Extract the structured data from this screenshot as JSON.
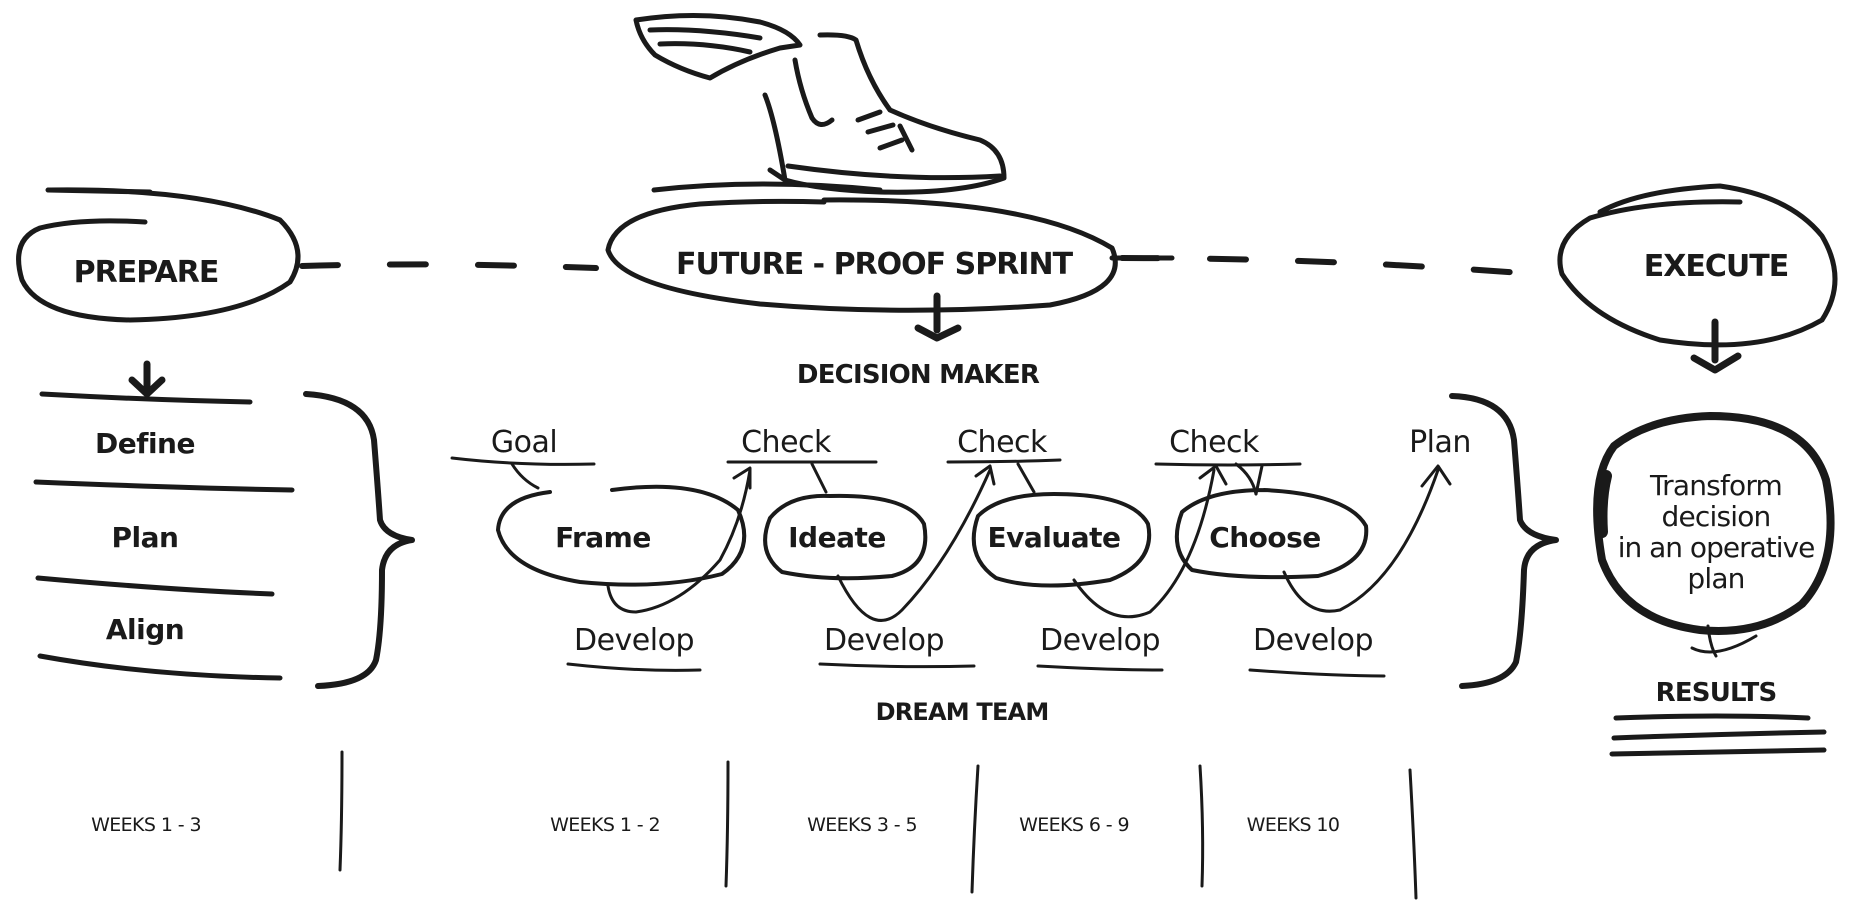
{
  "phases": {
    "prepare": "PREPARE",
    "sprint": "FUTURE - PROOF SPRINT",
    "execute": "EXECUTE"
  },
  "prepare_steps": [
    "Define",
    "Plan",
    "Align"
  ],
  "decision_maker": "DECISION MAKER",
  "checkpoints": [
    "Goal",
    "Check",
    "Check",
    "Check",
    "Plan"
  ],
  "sprint_stages": [
    "Frame",
    "Ideate",
    "Evaluate",
    "Choose"
  ],
  "develop_labels": [
    "Develop",
    "Develop",
    "Develop",
    "Develop"
  ],
  "dream_team": "DREAM TEAM",
  "execute_box": {
    "line1": "Transform",
    "line2": "decision",
    "line3": "in an operative",
    "line4": "plan"
  },
  "results": "RESULTS",
  "weeks": {
    "prepare": "WEEKS 1 - 3",
    "frame": "WEEKS 1 - 2",
    "ideate": "WEEKS 3 - 5",
    "evaluate": "WEEKS 6 - 9",
    "choose": "WEEKS 10"
  },
  "colors": {
    "ink": "#1a1a1a",
    "background": "#ffffff"
  },
  "icons": [
    "winged-shoe-icon"
  ]
}
